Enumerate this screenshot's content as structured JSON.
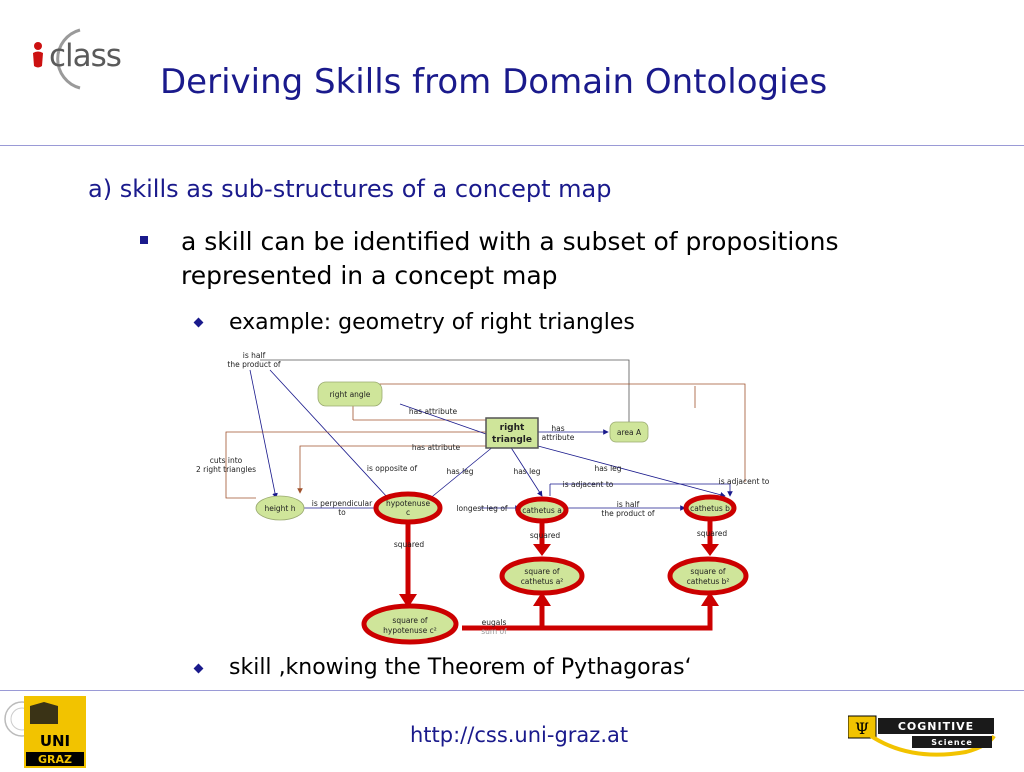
{
  "logo": {
    "text": "class",
    "icon": "iclass-logo-icon",
    "accent": "#cc1111"
  },
  "title": "Deriving Skills from Domain Ontologies",
  "heading": "a)  skills as sub-structures of a concept map",
  "bullet": "a skill can be identified with a subset of propositions represented in a concept map",
  "example": "example: geometry of right triangles",
  "skill": "skill ‚knowing the Theorem of Pythagoras‘",
  "footer": {
    "url": "http://css.uni-graz.at",
    "left_logo": "UNI GRAZ",
    "right_logo": "COGNITIVE Science"
  },
  "colors": {
    "title": "#1a1a8c",
    "node_fill": "#cfe59a",
    "highlight": "#cc0000",
    "rule": "#9a9ad6"
  },
  "concept_map": {
    "nodes": {
      "right_angle": "right angle",
      "right_triangle_1": "right",
      "right_triangle_2": "triangle",
      "area": "area A",
      "height": "height h",
      "hyp_1": "hypotenuse",
      "hyp_2": "c",
      "cath_a": "cathetus a",
      "cath_b": "cathetus b",
      "sq_a_1": "square of",
      "sq_a_2": "cathetus a²",
      "sq_b_1": "square of",
      "sq_b_2": "cathetus b²",
      "sq_c_1": "square of",
      "sq_c_2": "hypotenuse c²"
    },
    "edges": {
      "half_product_1": "is half",
      "half_product_2": "the product of",
      "has_attribute_1": "has attribute",
      "has_attribute_2": "has attribute",
      "has_attribute_3a": "has",
      "has_attribute_3b": "attribute",
      "cuts_into_1": "cuts into",
      "cuts_into_2": "2 right triangles",
      "opposite": "is opposite of",
      "has_leg_1": "has leg",
      "has_leg_2": "has leg",
      "has_leg_3": "has leg",
      "adjacent_1": "is adjacent to",
      "adjacent_2": "is adjacent to",
      "perp_1": "is perpendicular",
      "perp_2": "to",
      "longest": "longest leg of",
      "half_product_3": "is half",
      "half_product_4": "the product of",
      "squared_1": "squared",
      "squared_2": "squared",
      "squared_3": "squared",
      "equals": "eugals",
      "sum_of": "sum of"
    }
  }
}
